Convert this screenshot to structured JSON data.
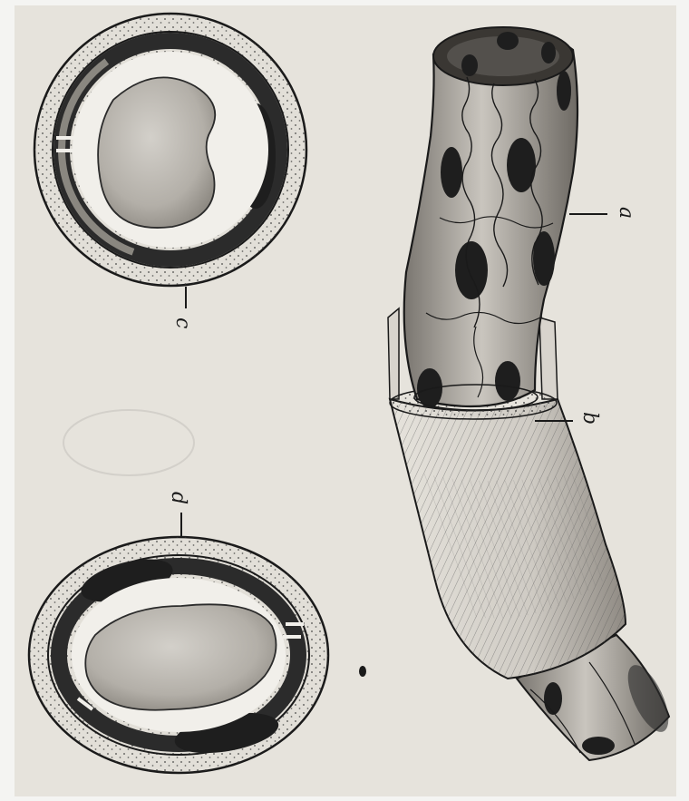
{
  "figure": {
    "labels": {
      "a": "a",
      "b": "b",
      "c": "c",
      "d": "d"
    }
  },
  "colors": {
    "paper": "#e6e3dc",
    "border": "#f4f4f2",
    "ink": "#1a1a1a",
    "wall_dark": "#2b2b2b",
    "wall_mid": "#7d7a74",
    "cell_light": "#bdb9b2"
  }
}
